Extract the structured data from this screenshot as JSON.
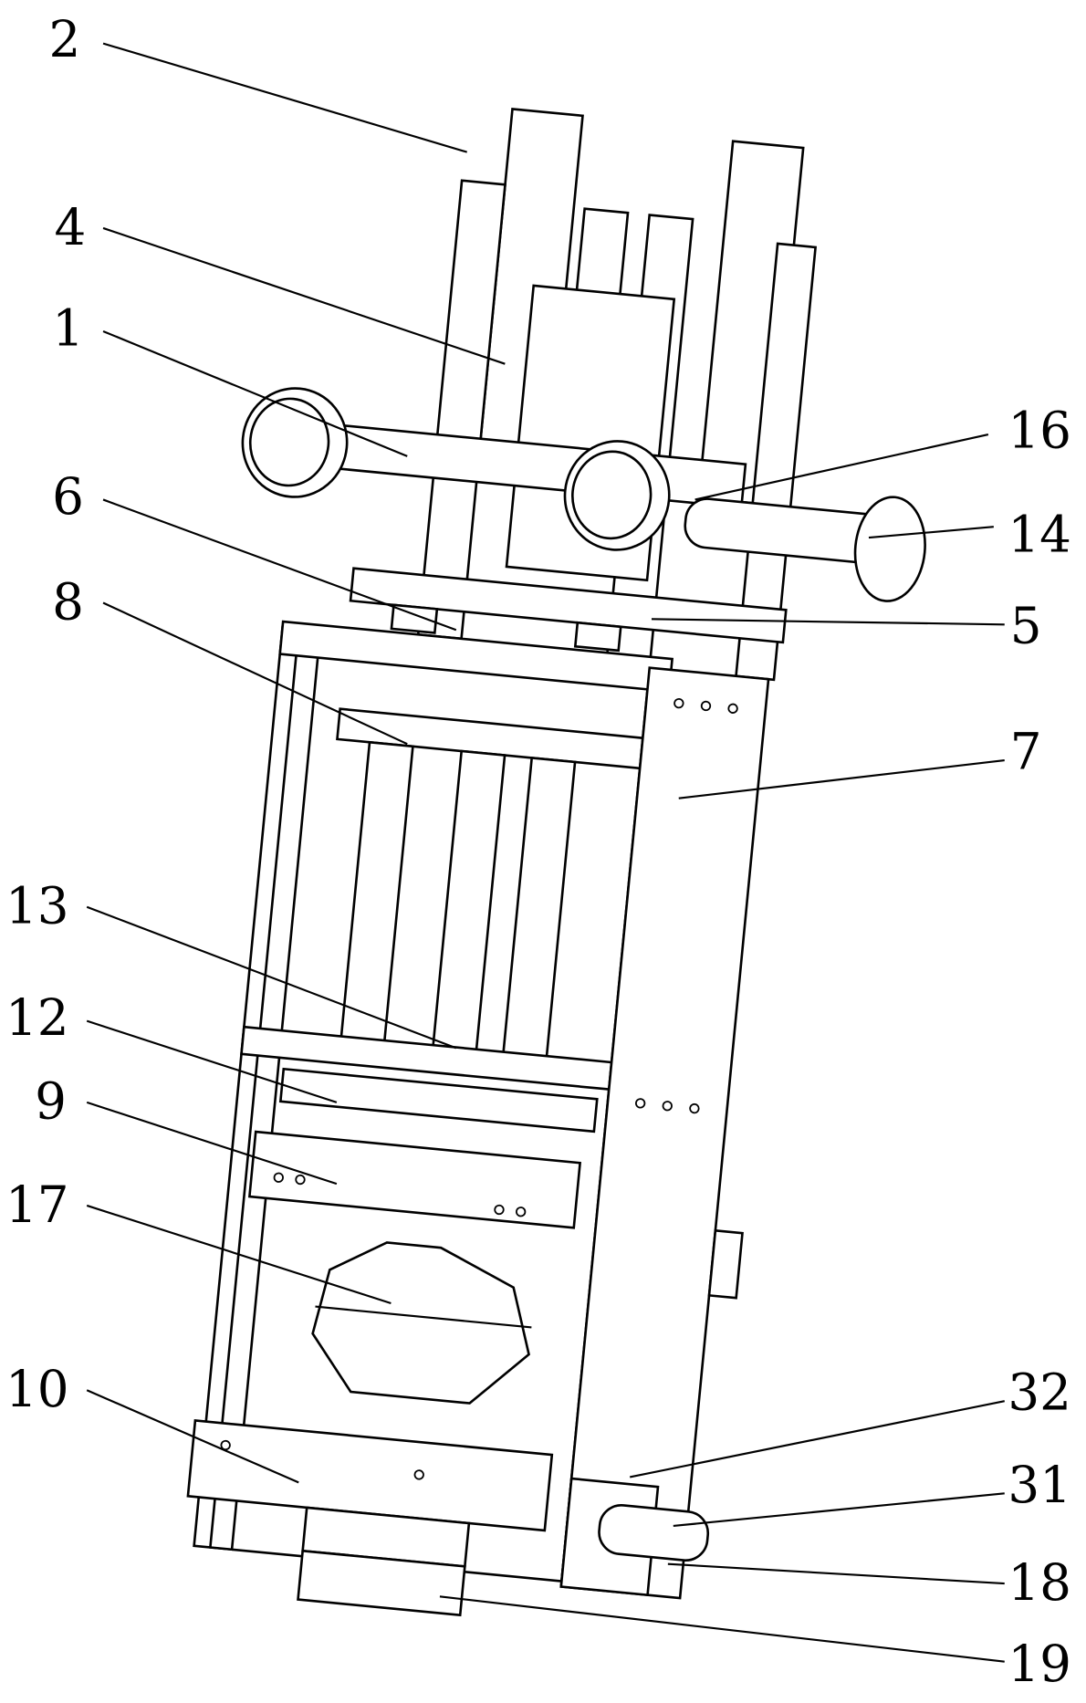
{
  "figure": {
    "labels": {
      "l1": "1",
      "l2": "2",
      "l4": "4",
      "l5": "5",
      "l6": "6",
      "l7": "7",
      "l8": "8",
      "l9": "9",
      "l10": "10",
      "l12": "12",
      "l13": "13",
      "l14": "14",
      "l16": "16",
      "l17": "17",
      "l18": "18",
      "l19": "19",
      "l31": "31",
      "l32": "32"
    }
  }
}
